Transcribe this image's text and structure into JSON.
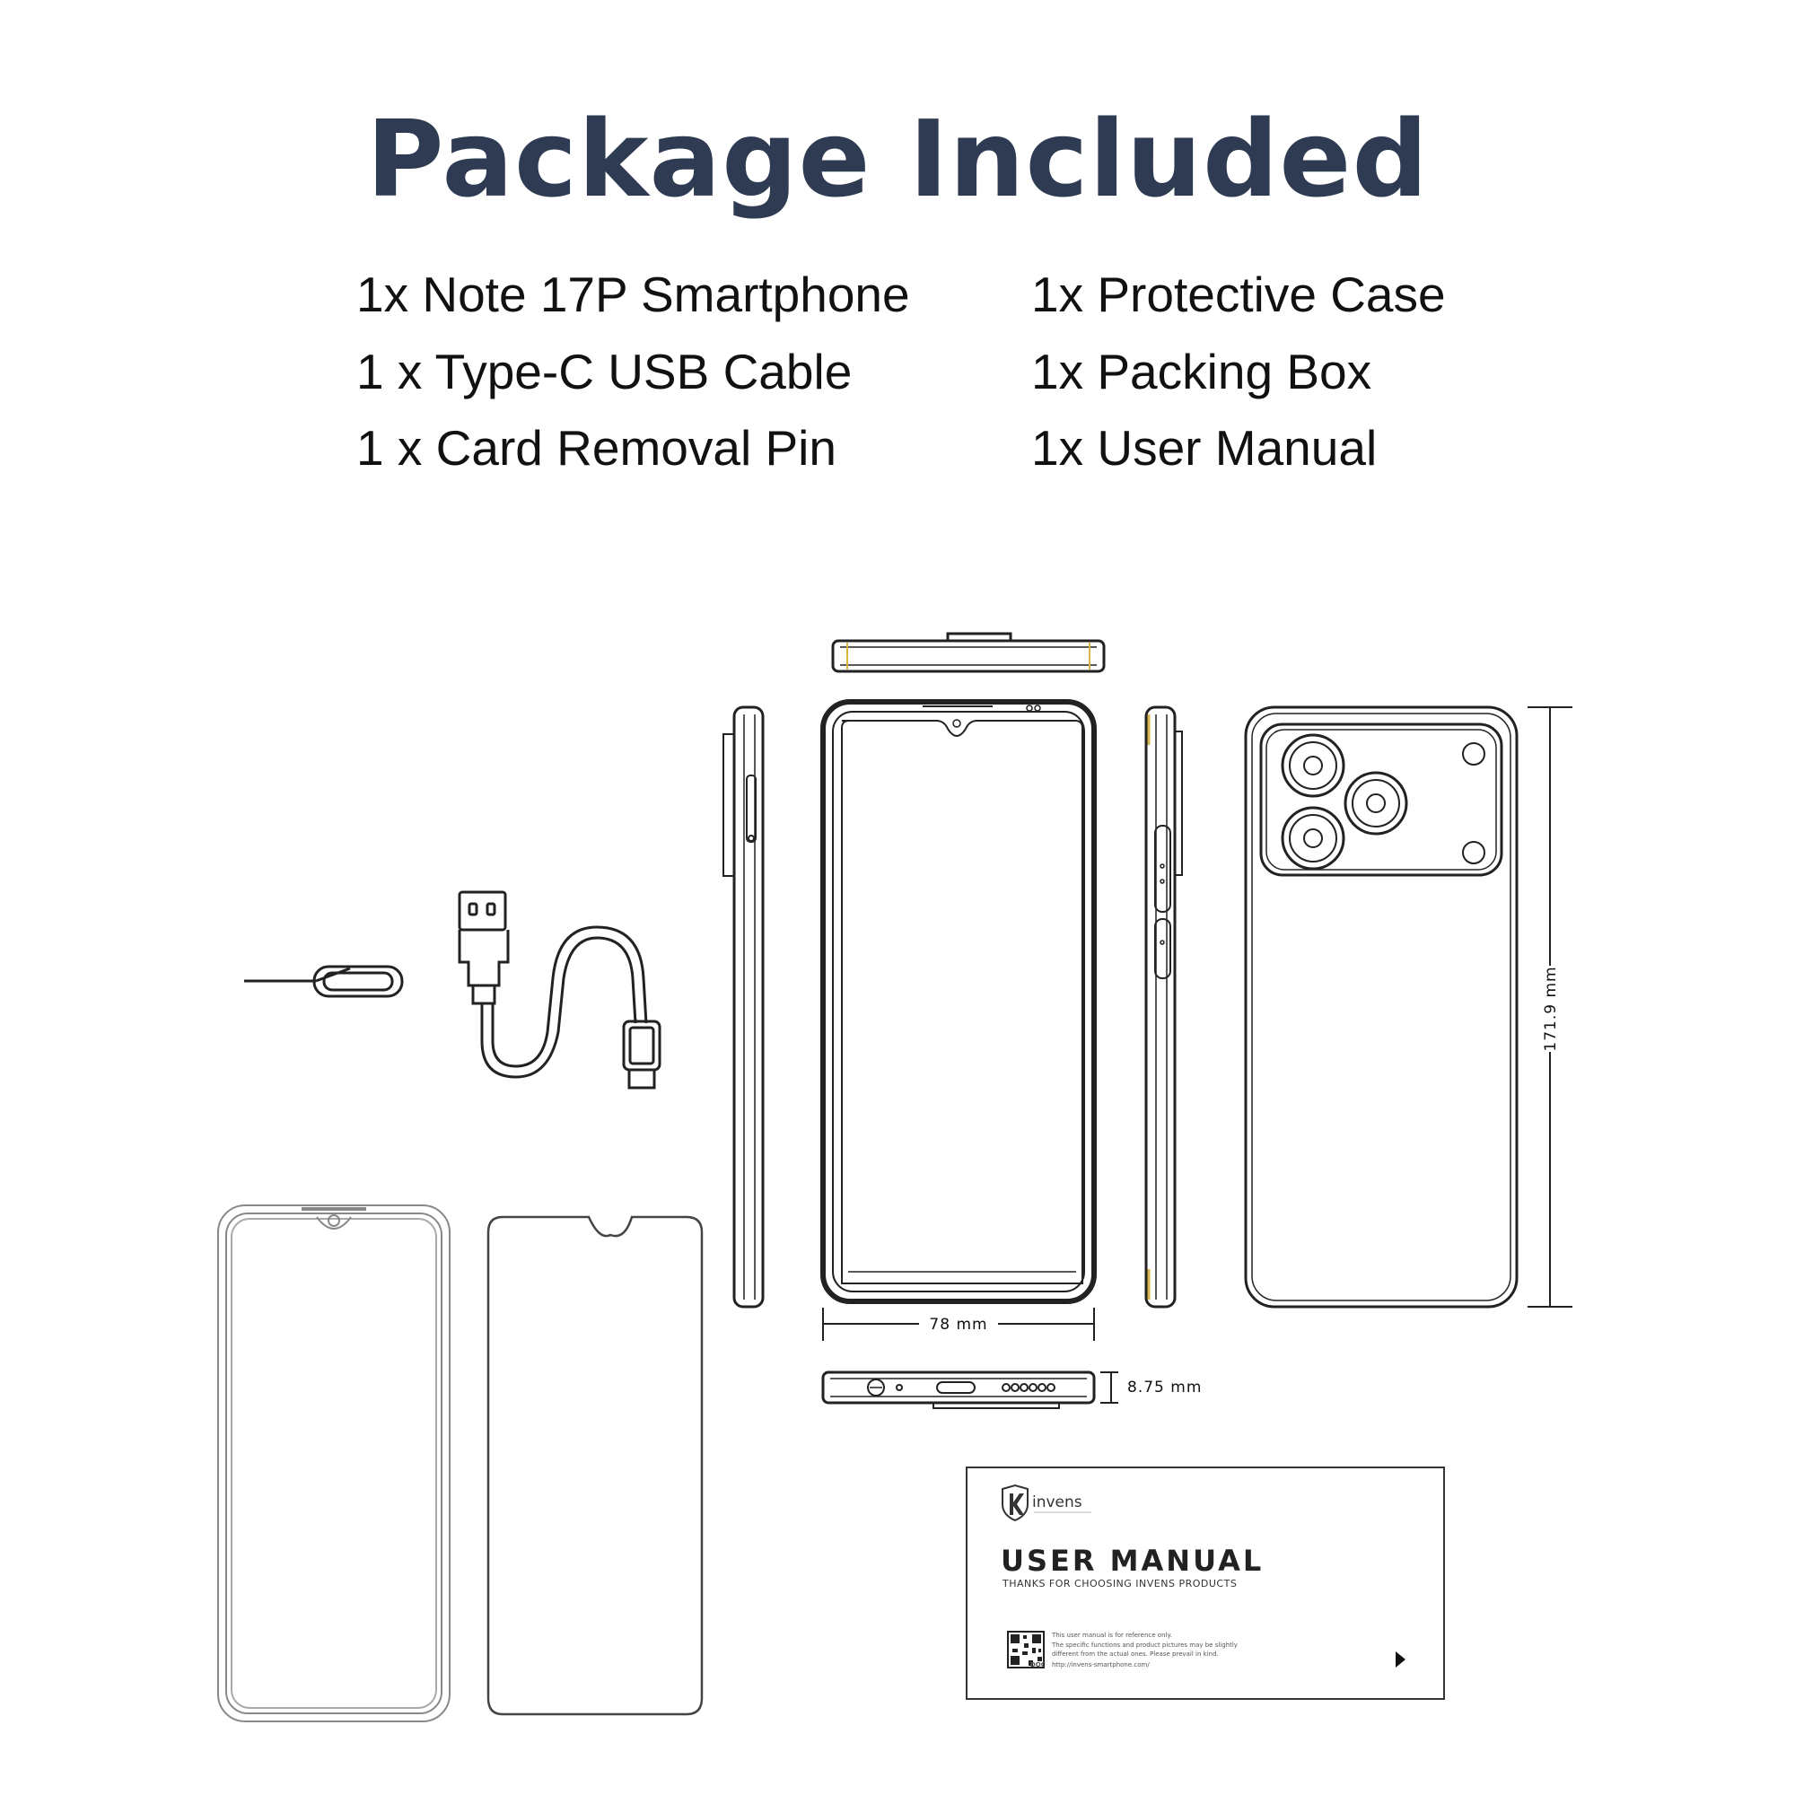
{
  "title": "Package Included",
  "items": {
    "left": [
      "1x Note 17P Smartphone",
      "1 x Type-C USB Cable",
      "1 x Card Removal Pin"
    ],
    "right": [
      "1x Protective Case",
      "1x Packing Box",
      "1x User Manual"
    ]
  },
  "dimensions": {
    "width": "78 mm",
    "height": "171.9 mm",
    "thickness": "8.75 mm"
  },
  "manual": {
    "brand": "invens",
    "title": "USER  MANUAL",
    "subtitle": "THANKS FOR CHOOSING INVENS PRODUCTS",
    "qr_label": "DOC",
    "note_lines": [
      "This user manual is for reference only.",
      "The specific functions and product pictures may be slightly",
      "different from the actual ones. Please prevail in kind.",
      "http://invens-smartphone.com/"
    ]
  },
  "colors": {
    "title": "#2e3b52",
    "line": "#222222",
    "accent": "#d9b64a"
  }
}
